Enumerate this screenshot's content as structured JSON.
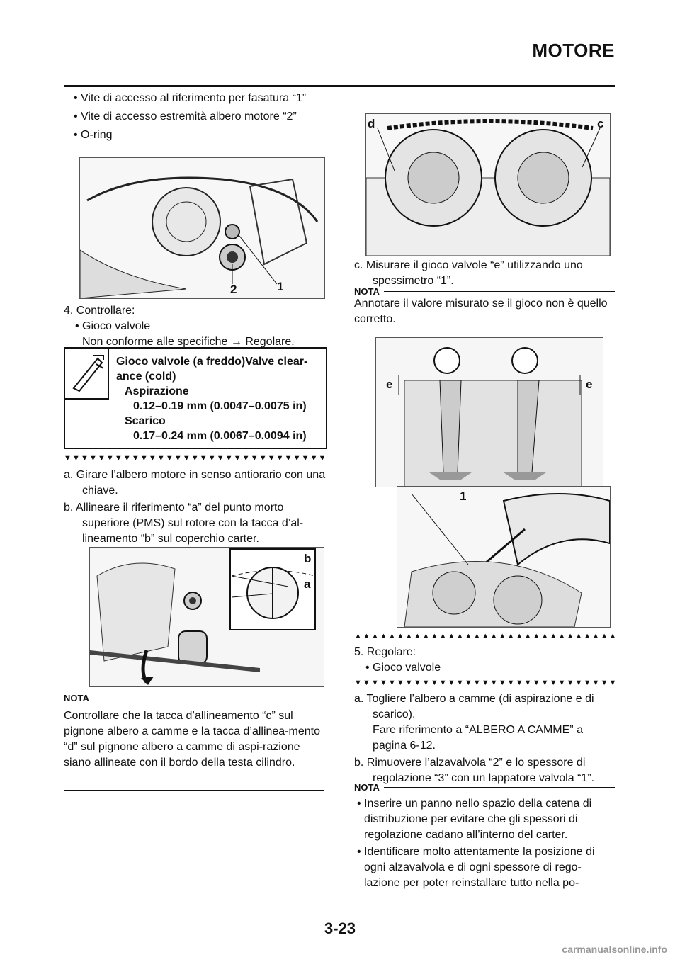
{
  "header": {
    "title": "MOTORE"
  },
  "left_column": {
    "bullets_top": [
      "Vite di accesso al riferimento per fasatura “1”",
      "Vite di accesso estremità albero motore “2”",
      "O-ring"
    ],
    "fig1_labels": [
      "2",
      "1"
    ],
    "step4": {
      "heading": "4.  Controllare:",
      "bullet": "Gioco valvole",
      "text": "Non conforme alle specifiche → Regolare."
    },
    "spec": {
      "title": "Gioco valvole (a freddo)Valve clear-ance (cold)",
      "intake_label": "Aspirazione",
      "intake_value": "0.12–0.19 mm (0.0047–0.0075 in)",
      "exhaust_label": "Scarico",
      "exhaust_value": "0.17–0.24 mm (0.0067–0.0094 in)"
    },
    "tri_down": "▼▼▼▼▼▼▼▼▼▼▼▼▼▼▼▼▼▼▼▼▼▼▼▼▼▼▼▼▼▼▼▼▼▼",
    "step_a": "a.  Girare l’albero motore in senso antiorario con una chiave.",
    "step_b": "b.  Allineare il riferimento “a” del punto morto superiore (PMS) sul rotore con la tacca d’al-lineamento “b” sul coperchio carter.",
    "fig2_labels": [
      "b",
      "a"
    ],
    "nota_label": "NOTA",
    "nota_text": "Controllare che la tacca d’allineamento “c” sul pignone albero a camme e la tacca d’allinea-mento “d” sul pignone albero a camme di aspi-razione siano allineate con il bordo della testa cilindro."
  },
  "right_column": {
    "fig3_labels": [
      "d",
      "c"
    ],
    "step_c": "c.  Misurare il gioco valvole “e” utilizzando uno spessimetro “1”.",
    "nota_label": "NOTA",
    "nota_text": "Annotare il valore misurato se il gioco non è quello corretto.",
    "fig4_labels": [
      "e",
      "e"
    ],
    "fig5_labels": [
      "1"
    ],
    "tri_up": "▲▲▲▲▲▲▲▲▲▲▲▲▲▲▲▲▲▲▲▲▲▲▲▲▲▲▲▲▲▲▲▲▲▲",
    "step5": {
      "heading": "5.  Regolare:",
      "bullet": "Gioco valvole"
    },
    "tri_down": "▼▼▼▼▼▼▼▼▼▼▼▼▼▼▼▼▼▼▼▼▼▼▼▼▼▼▼▼▼▼▼▼▼▼",
    "step_a": "a.  Togliere l’albero a camme (di aspirazione e di scarico).",
    "step_a_ref": "Fare riferimento a “ALBERO A CAMME” a pagina 6-12.",
    "step_b": "b.  Rimuovere l’alzavalvola “2” e lo spessore di regolazione “3” con un lappatore valvola “1”.",
    "nota2_label": "NOTA",
    "nota2_bullets": [
      "Inserire un panno nello spazio della catena di distribuzione per evitare che gli spessori di regolazione cadano all’interno del carter.",
      "Identificare molto attentamente la posizione di ogni alzavalvola e di ogni spessore di rego-lazione per poter reinstallare tutto nella po-"
    ]
  },
  "footer": {
    "page_number": "3-23",
    "watermark": "carmanualsonline.info"
  }
}
